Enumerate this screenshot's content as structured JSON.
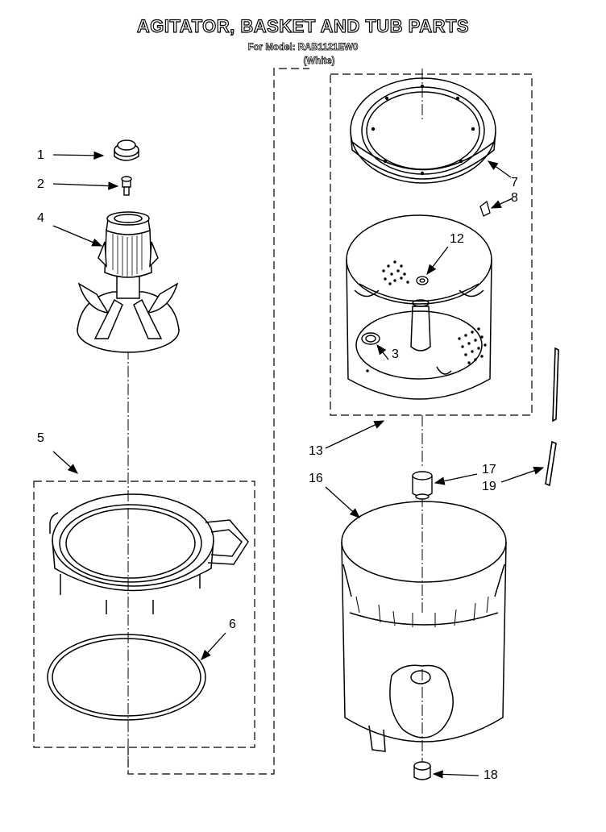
{
  "title": "AGITATOR, BASKET AND TUB PARTS",
  "model_line": "For Model: RAB1121EW0",
  "color_line": "(White)",
  "callouts": [
    "1",
    "2",
    "4",
    "5",
    "6",
    "7",
    "8",
    "12",
    "3",
    "13",
    "16",
    "17",
    "19",
    "18"
  ]
}
